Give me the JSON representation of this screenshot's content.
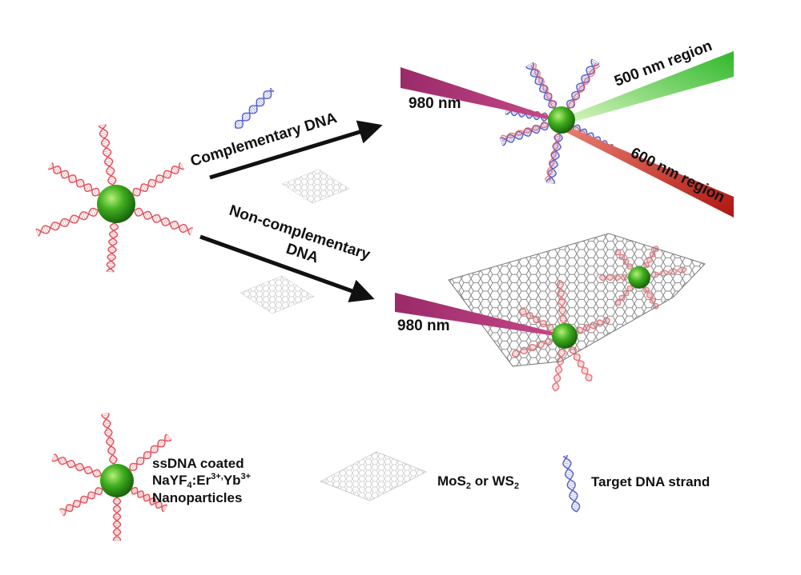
{
  "labels": {
    "complementary": "Complementary DNA",
    "noncomp_line1": "Non-complementary",
    "noncomp_line2": "DNA",
    "excitation_top": "980 nm",
    "excitation_bottom": "980 nm",
    "green_region": "500 nm region",
    "red_region": "600 nm region"
  },
  "legend": {
    "nanoparticle_line1": "ssDNA coated",
    "nanoparticle_line2_base": "NaYF",
    "nanoparticle_line2_sub": "4",
    "nanoparticle_line2_er": ":Er",
    "nanoparticle_line2_er_sup": "3+",
    "nanoparticle_line2_sep": ",",
    "nanoparticle_line2_yb": "Yb",
    "nanoparticle_line2_yb_sup": "3+",
    "nanoparticle_line3": "Nanoparticles",
    "sheet_mo": "MoS",
    "sheet_sub1": "2",
    "sheet_or": " or WS",
    "sheet_sub2": "2",
    "target": "Target DNA strand"
  },
  "colors": {
    "ssdna": "#e0505a",
    "target_dna": "#5560c8",
    "particle": "#3fae1e",
    "laser_980": "#a0306e",
    "green_emission": "#2fb82a",
    "red_emission": "#c4201c",
    "sheet": "#8a8a8a"
  }
}
